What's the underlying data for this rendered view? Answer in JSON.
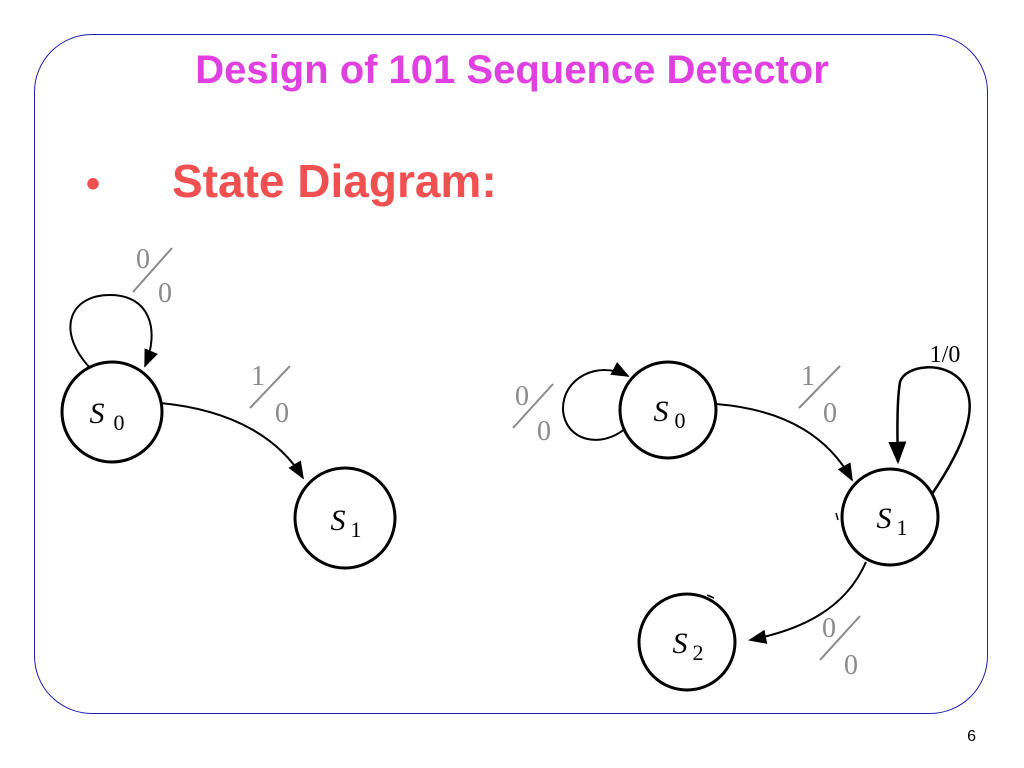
{
  "slide": {
    "title": "Design of 101 Sequence Detector",
    "bullet": "•",
    "heading": "State Diagram:",
    "page_number": "6"
  },
  "diagram_left": {
    "states": [
      {
        "id": "S0",
        "letter": "S",
        "sub": "0"
      },
      {
        "id": "S1",
        "letter": "S",
        "sub": "1"
      }
    ],
    "transitions": [
      {
        "from": "S0",
        "to": "S0",
        "input": "0",
        "output": "0"
      },
      {
        "from": "S0",
        "to": "S1",
        "input": "1",
        "output": "0"
      }
    ]
  },
  "diagram_right": {
    "states": [
      {
        "id": "S0",
        "letter": "S",
        "sub": "0"
      },
      {
        "id": "S1",
        "letter": "S",
        "sub": "1"
      },
      {
        "id": "S2",
        "letter": "S",
        "sub": "2"
      }
    ],
    "transitions": [
      {
        "from": "S0",
        "to": "S0",
        "input": "0",
        "output": "0"
      },
      {
        "from": "S0",
        "to": "S1",
        "input": "1",
        "output": "0"
      },
      {
        "from": "S1",
        "to": "S1",
        "label": "1/0"
      },
      {
        "from": "S1",
        "to": "S2",
        "input": "0",
        "output": "0"
      }
    ]
  },
  "colors": {
    "title": "#e040e0",
    "heading": "#f05050",
    "frame": "#1f1fae",
    "label_gray": "#8a8a8a"
  }
}
